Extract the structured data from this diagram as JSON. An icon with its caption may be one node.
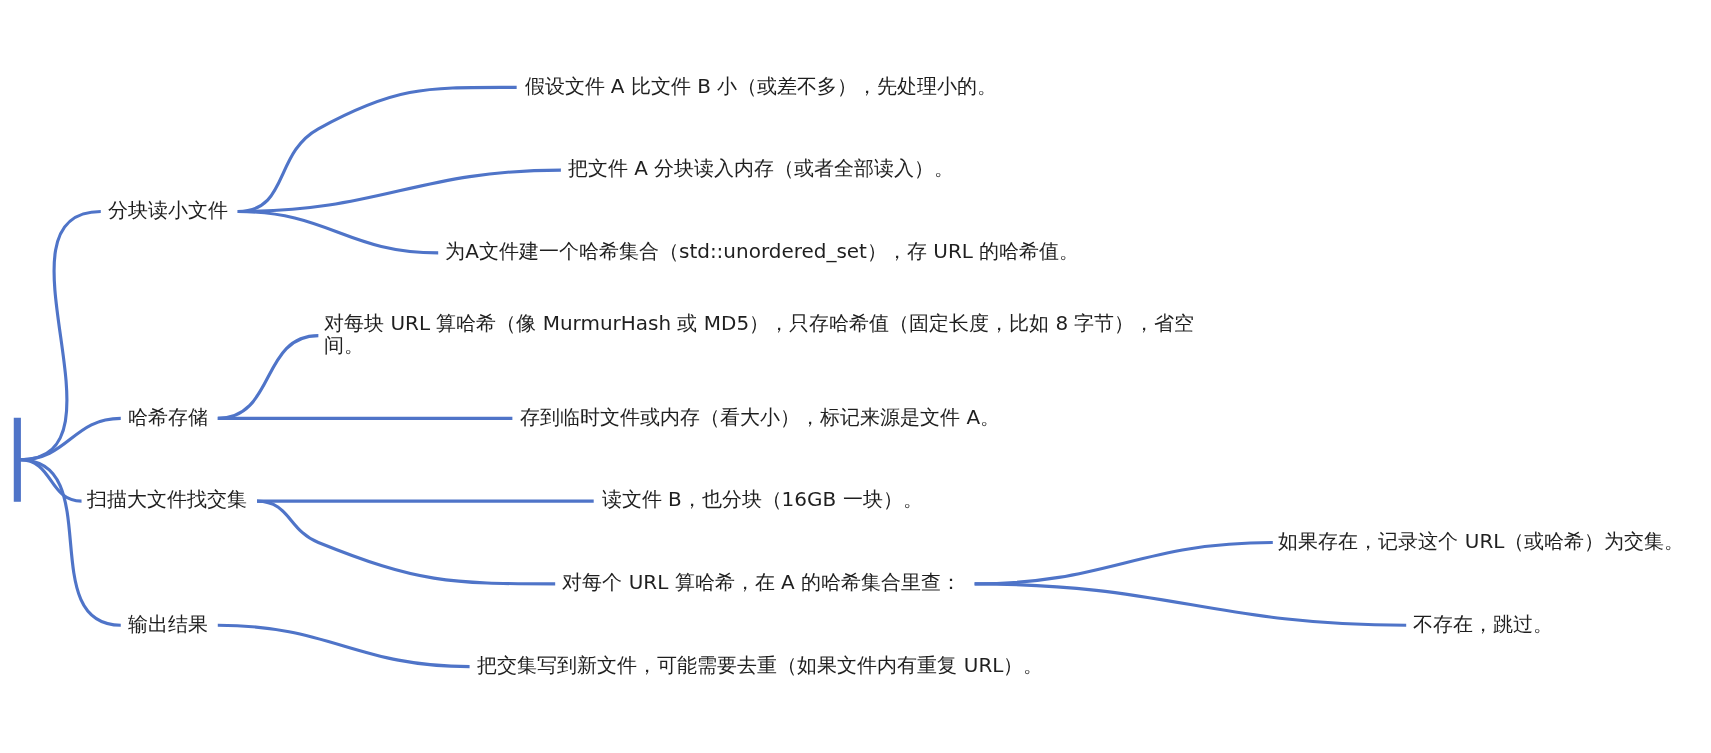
{
  "diagram": {
    "nodes": [
      {
        "text": [],
        "shape": "bar"
      },
      {
        "text": [
          "分块读小文件"
        ]
      },
      {
        "text": [
          "假设文件 A 比文件 B 小（或差不多），先处理小的。"
        ]
      },
      {
        "text": [
          "把文件 A 分块读入内存（或者全部读入）。"
        ]
      },
      {
        "text": [
          "为A文件建一个哈希集合（std::unordered_set），存 URL 的哈希值。"
        ]
      },
      {
        "text": [
          "哈希存储"
        ]
      },
      {
        "text": [
          "对每块 URL 算哈希（像 MurmurHash 或 MD5），只存哈希值（固定长度，比如 8 字节），省空间。"
        ]
      },
      {
        "text": [
          "存到临时文件或内存（看大小），标记来源是文件 A。"
        ]
      },
      {
        "text": [
          "扫描大文件找交集"
        ]
      },
      {
        "text": [
          "读文件 B，也分块（16GB 一块）。"
        ]
      },
      {
        "text": [
          "对每个 URL 算哈希，在 A 的哈希集合里查："
        ]
      },
      {
        "text": [
          "如果存在，记录这个 URL（或哈希）为交集。"
        ]
      },
      {
        "text": [
          "不存在，跳过。"
        ]
      },
      {
        "text": [
          "输出结果"
        ]
      },
      {
        "text": [
          "把交集写到新文件，可能需要去重（如果文件内有重复 URL）。"
        ]
      }
    ],
    "edges": [
      {
        "from": 0,
        "to": 1,
        "arrow": "none"
      },
      {
        "from": 0,
        "to": 5,
        "arrow": "none"
      },
      {
        "from": 0,
        "to": 8,
        "arrow": "none"
      },
      {
        "from": 0,
        "to": 13,
        "arrow": "none"
      },
      {
        "from": 1,
        "to": 2,
        "arrow": "none"
      },
      {
        "from": 1,
        "to": 3,
        "arrow": "none"
      },
      {
        "from": 1,
        "to": 4,
        "arrow": "none"
      },
      {
        "from": 5,
        "to": 6,
        "arrow": "none"
      },
      {
        "from": 5,
        "to": 7,
        "arrow": "none"
      },
      {
        "from": 8,
        "to": 9,
        "arrow": "none"
      },
      {
        "from": 8,
        "to": 10,
        "arrow": "none"
      },
      {
        "from": 10,
        "to": 11,
        "arrow": "none"
      },
      {
        "from": 10,
        "to": 12,
        "arrow": "none"
      },
      {
        "from": 13,
        "to": 14,
        "arrow": "none"
      }
    ]
  }
}
